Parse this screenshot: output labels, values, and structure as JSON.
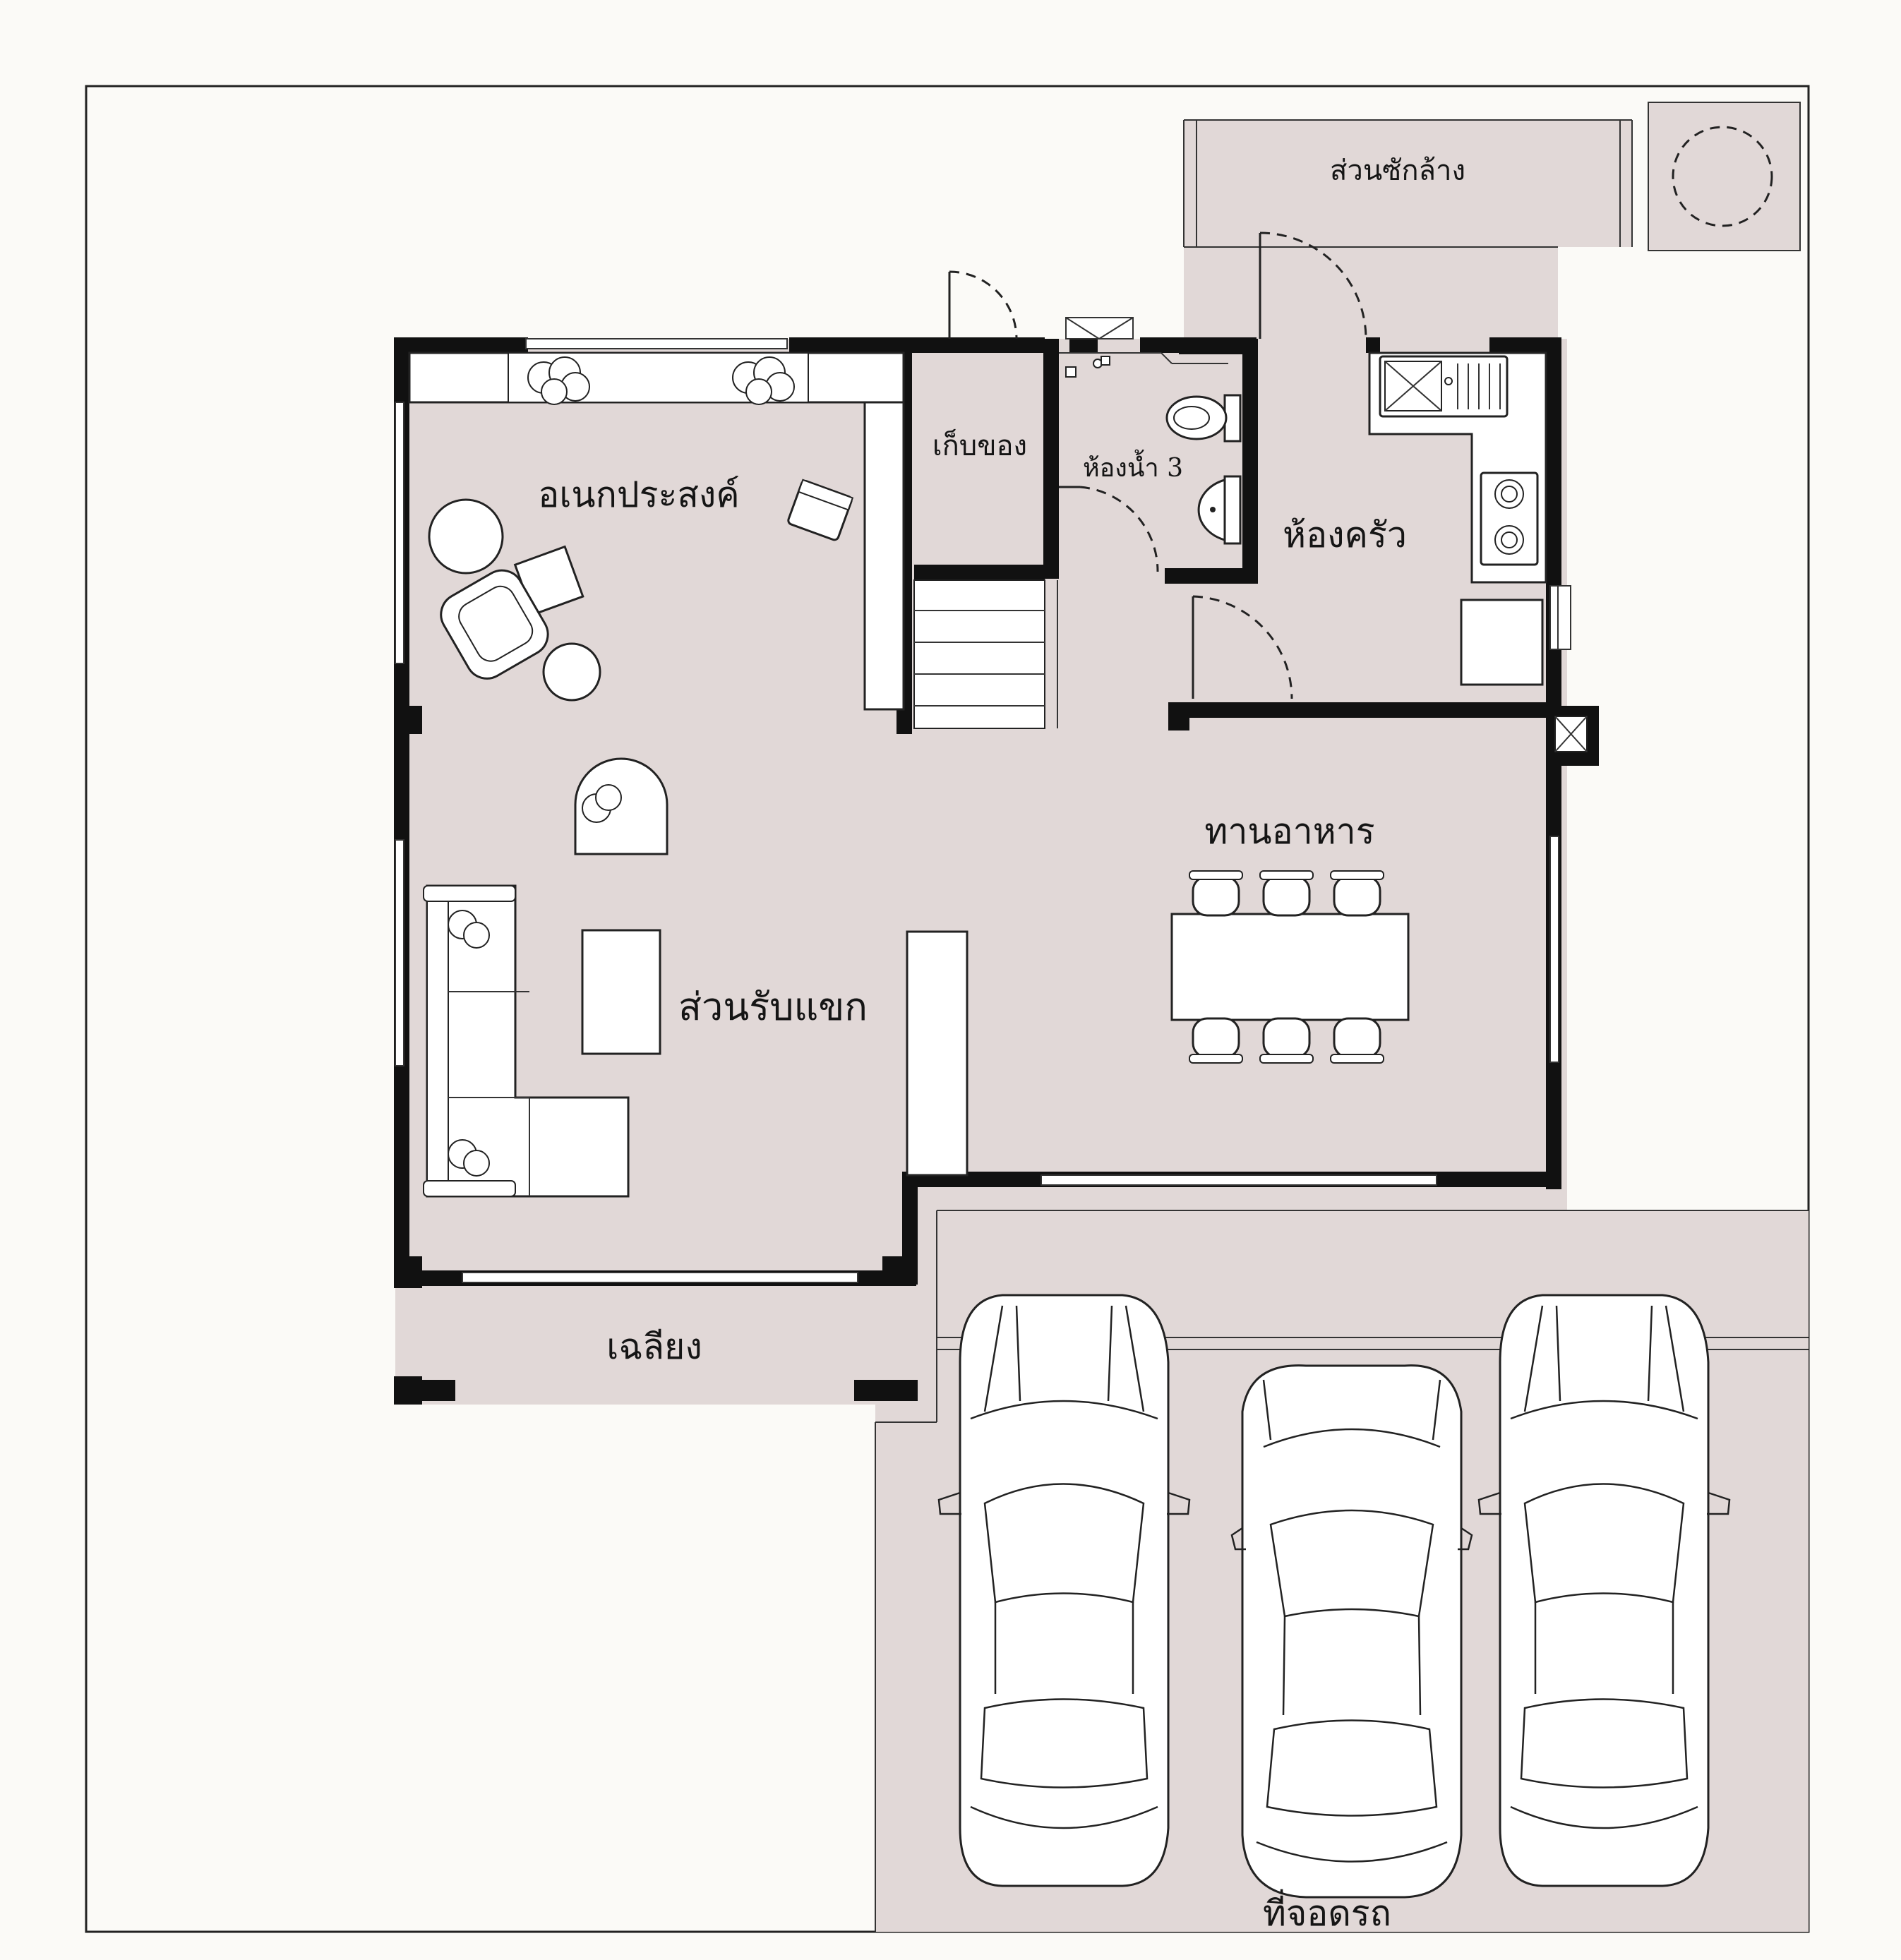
{
  "rooms": {
    "laundry": "ส่วนซักล้าง",
    "storage": "เก็บของ",
    "bathroom": "ห้องน้ำ 3",
    "multipurpose": "อเนกประสงค์",
    "kitchen": "ห้องครัว",
    "dining": "ทานอาหาร",
    "living": "ส่วนรับแขก",
    "porch": "เฉลียง",
    "parking": "ที่จอดรถ"
  },
  "colors": {
    "background": "#fbfaf7",
    "floor": "#e1d8d7",
    "wall": "#111111",
    "furniture": "#ffffff"
  }
}
